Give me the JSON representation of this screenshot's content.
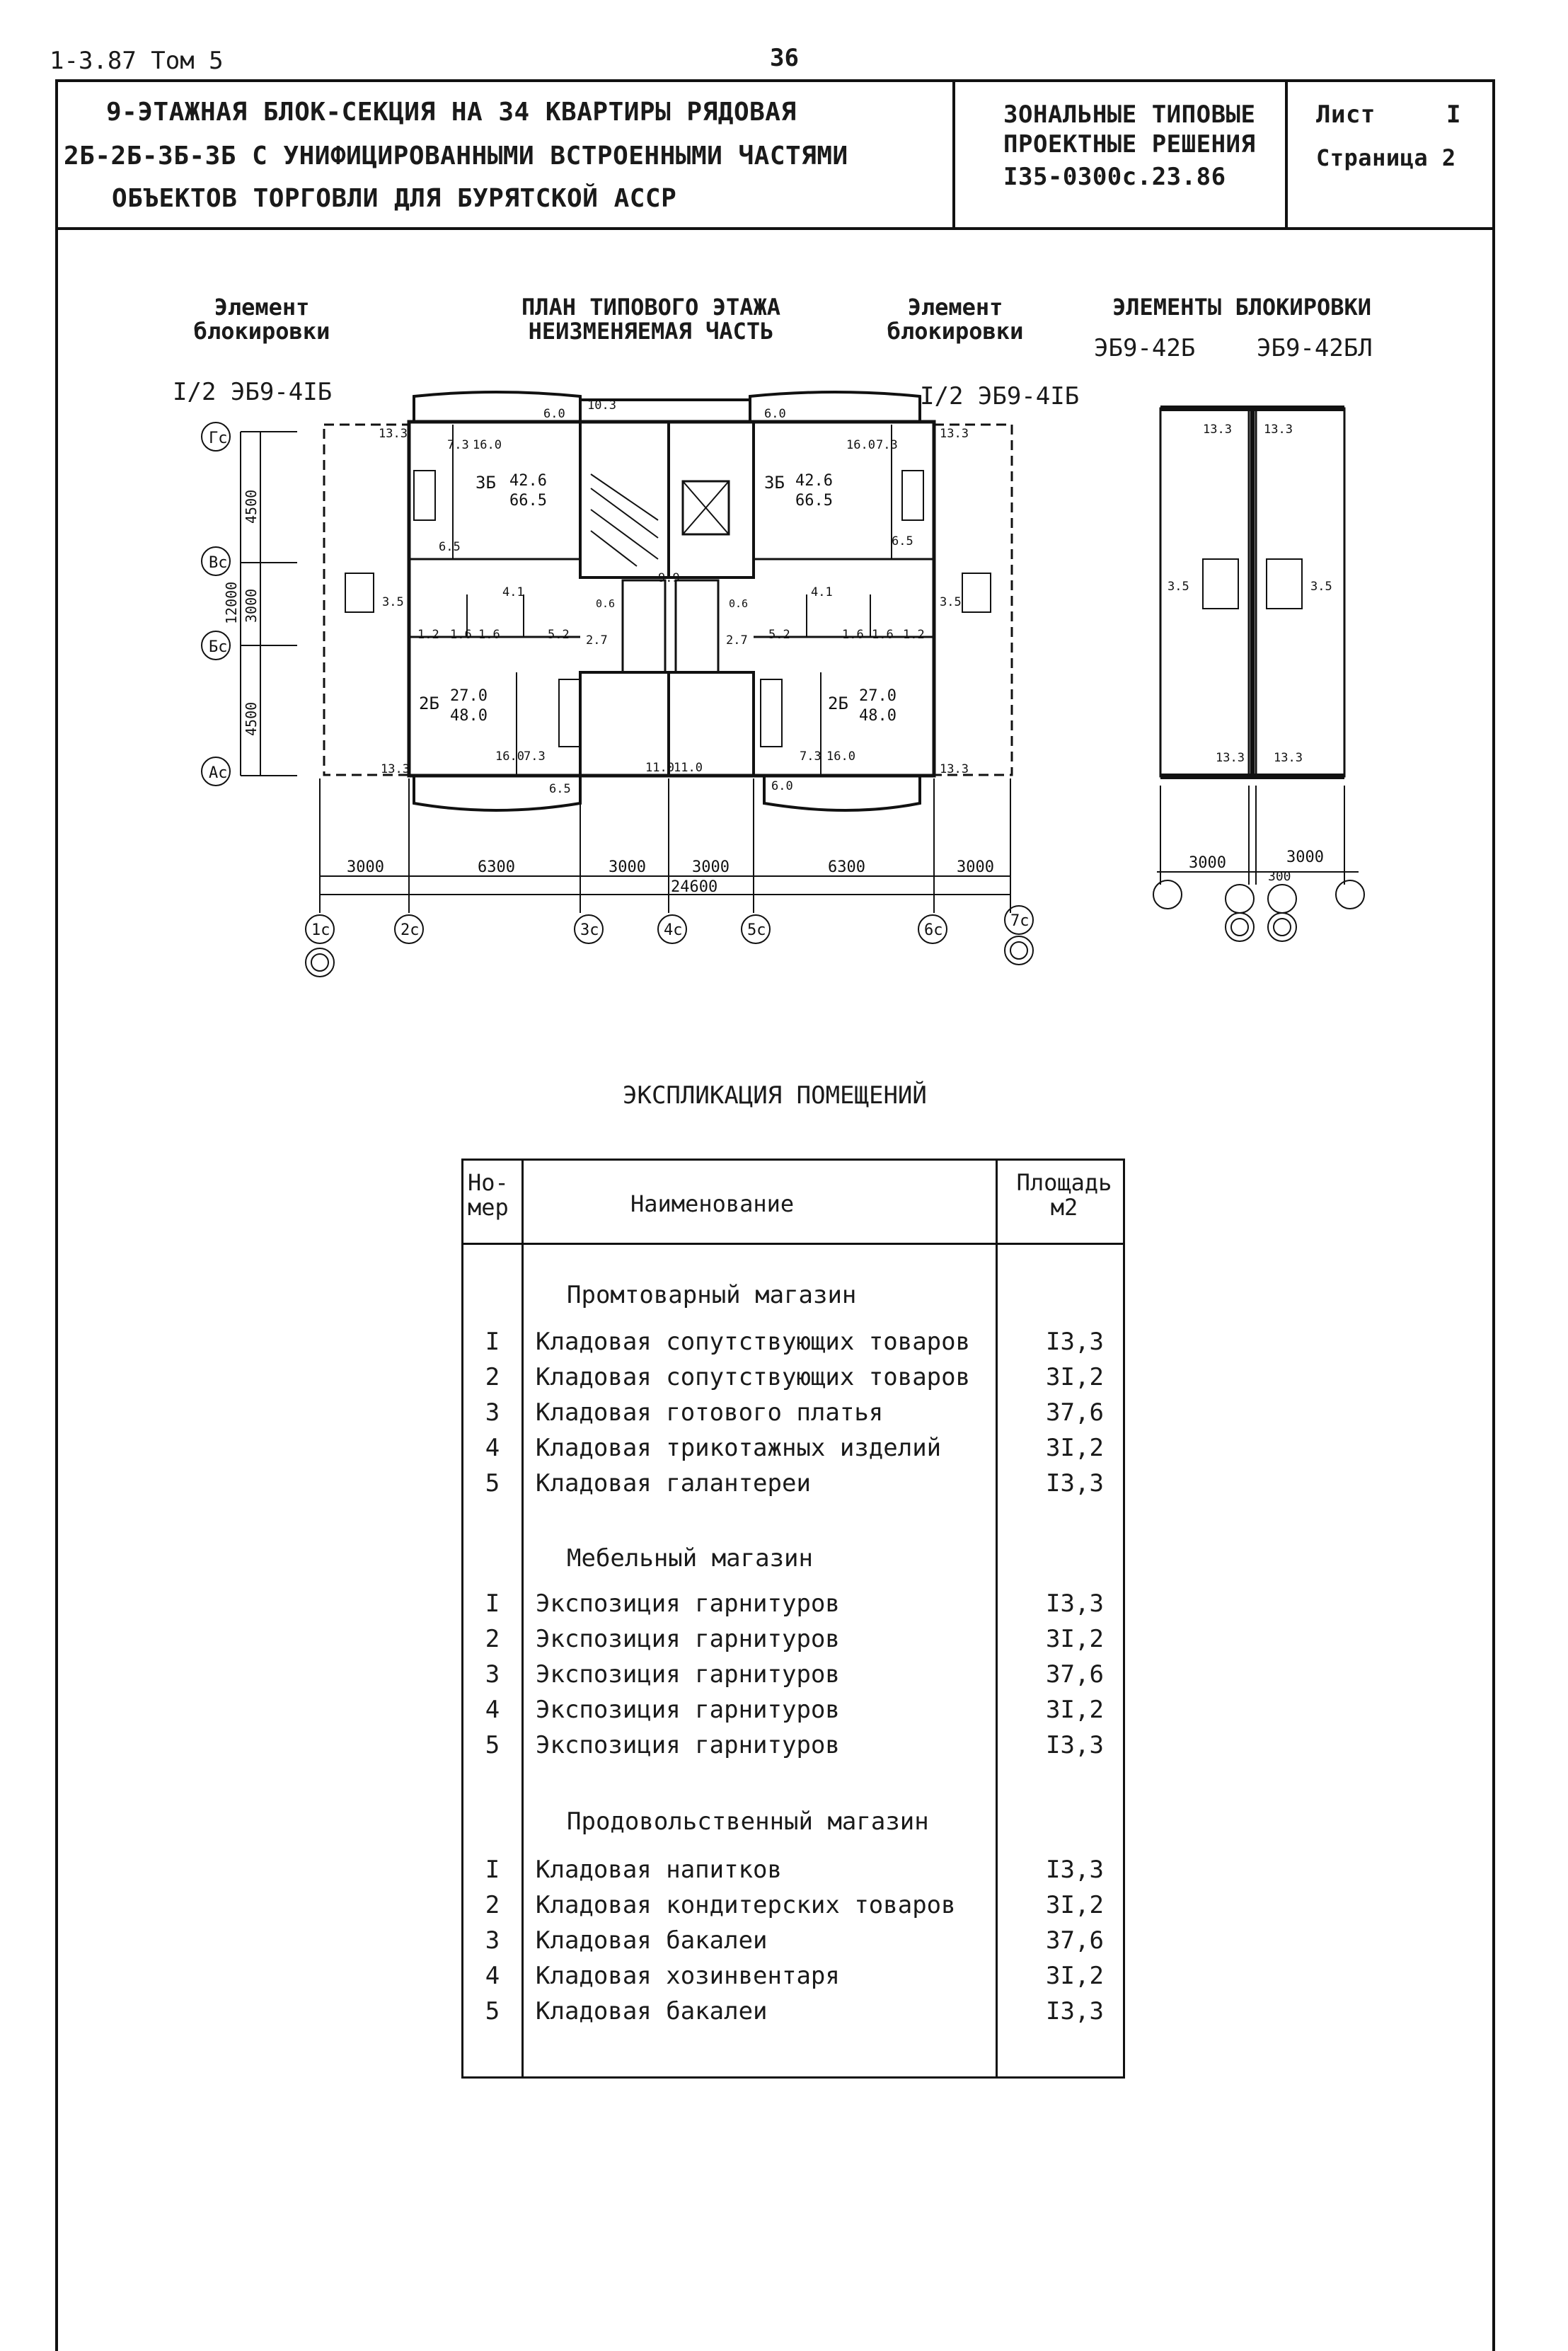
{
  "header": {
    "series": "1-3.87 Том 5",
    "page_number": "36"
  },
  "title_block": {
    "title_lines": [
      "9-ЭТАЖНАЯ БЛОК-СЕКЦИЯ НА 34 КВАРТИРЫ РЯДОВАЯ",
      "2Б-2Б-3Б-3Б С УНИФИЦИРОВАННЫМИ ВСТРОЕННЫМИ ЧАСТЯМИ",
      "ОБЪЕКТОВ ТОРГОВЛИ ДЛЯ БУРЯТСКОЙ АССР"
    ],
    "code_lines": [
      "ЗОНАЛЬНЫЕ ТИПОВЫЕ",
      "ПРОЕКТНЫЕ РЕШЕНИЯ",
      "I35-0300с.23.86"
    ],
    "sheet_label": "Лист",
    "sheet_value": "I",
    "page_label": "Страница 2"
  },
  "plan": {
    "left_element_label": "Элемент\nблокировки",
    "center_title": "ПЛАН ТИПОВОГО ЭТАЖА\nНЕИЗМЕНЯЕМАЯ ЧАСТЬ",
    "right_element_label": "Элемент\nблокировки",
    "left_code": "I/2 ЭБ9-4IБ",
    "right_code": "I/2 ЭБ9-4IБ",
    "blocking_title": "ЭЛЕМЕНТЫ БЛОКИРОВКИ",
    "blocking_left_code": "ЭБ9-42Б",
    "blocking_right_code": "ЭБ9-42БЛ",
    "axis_rows": [
      "Гс",
      "Вс",
      "Бс",
      "Ас"
    ],
    "axis_cols": [
      "1с",
      "2с",
      "3с",
      "4с",
      "5с",
      "6с",
      "7с"
    ],
    "vertical_dims": [
      "4500",
      "3000",
      "4500"
    ],
    "vertical_total": "12000",
    "horizontal_dims": [
      "3000",
      "6300",
      "3000",
      "3000",
      "6300",
      "3000"
    ],
    "horizontal_total": "24600",
    "blocking_dims": [
      "3000",
      "3000"
    ],
    "blocking_gap": "300",
    "apartments": {
      "top_left": {
        "type": "3Б",
        "living": "42.6",
        "total": "66.5"
      },
      "top_right": {
        "type": "3Б",
        "living": "42.6",
        "total": "66.5"
      },
      "bottom_left": {
        "type": "2Б",
        "living": "27.0",
        "total": "48.0"
      },
      "bottom_right": {
        "type": "2Б",
        "living": "27.0",
        "total": "48.0"
      }
    },
    "room_areas": {
      "a_13_3": "13.3",
      "a_6_0": "6.0",
      "a_10_3": "10.3",
      "a_7_3": "7.3",
      "a_16_0": "16.0",
      "a_6_5": "6.5",
      "a_3_5": "3.5",
      "a_4_1": "4.1",
      "a_1_2": "1.2",
      "a_1_6": "1.6",
      "a_9_9": "9.9",
      "a_0_6": "0.6",
      "a_5_2": "5.2",
      "a_2_7": "2.7",
      "a_11_0": "11.0",
      "a_6_5b": "6.5"
    }
  },
  "explication": {
    "title": "ЭКСПЛИКАЦИЯ ПОМЕЩЕНИЙ",
    "headers": {
      "number": "Но-\nмер",
      "name": "Наименование",
      "area": "Площадь\nм2"
    },
    "groups": [
      {
        "title": "Промтоварный магазин",
        "rows": [
          {
            "no": "I",
            "name": "Кладовая сопутствующих товаров",
            "area": "I3,3"
          },
          {
            "no": "2",
            "name": "Кладовая сопутствующих товаров",
            "area": "3I,2"
          },
          {
            "no": "3",
            "name": "Кладовая готового платья",
            "area": "37,6"
          },
          {
            "no": "4",
            "name": "Кладовая трикотажных изделий",
            "area": "3I,2"
          },
          {
            "no": "5",
            "name": "Кладовая галантереи",
            "area": "I3,3"
          }
        ]
      },
      {
        "title": "Мебельный магазин",
        "rows": [
          {
            "no": "I",
            "name": "Экспозиция гарнитуров",
            "area": "I3,3"
          },
          {
            "no": "2",
            "name": "Экспозиция гарнитуров",
            "area": "3I,2"
          },
          {
            "no": "3",
            "name": "Экспозиция гарнитуров",
            "area": "37,6"
          },
          {
            "no": "4",
            "name": "Экспозиция гарнитуров",
            "area": "3I,2"
          },
          {
            "no": "5",
            "name": "Экспозиция гарнитуров",
            "area": "I3,3"
          }
        ]
      },
      {
        "title": "Продовольственный магазин",
        "rows": [
          {
            "no": "I",
            "name": "Кладовая напитков",
            "area": "I3,3"
          },
          {
            "no": "2",
            "name": "Кладовая кондитерских товаров",
            "area": "3I,2"
          },
          {
            "no": "3",
            "name": "Кладовая бакалеи",
            "area": "37,6"
          },
          {
            "no": "4",
            "name": "Кладовая хозинвентаря",
            "area": "3I,2"
          },
          {
            "no": "5",
            "name": "Кладовая бакалеи",
            "area": "I3,3"
          }
        ]
      }
    ]
  }
}
